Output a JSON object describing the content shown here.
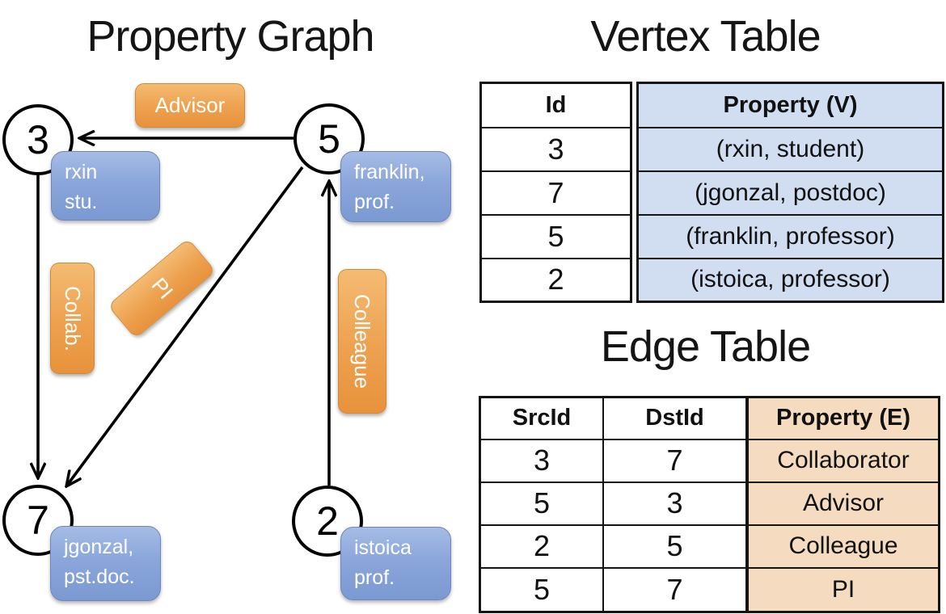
{
  "graph": {
    "title": "Property Graph",
    "vertices": [
      {
        "id": "3",
        "label_line1": "rxin",
        "label_line2": "stu."
      },
      {
        "id": "5",
        "label_line1": "franklin,",
        "label_line2": "prof."
      },
      {
        "id": "7",
        "label_line1": "jgonzal,",
        "label_line2": "pst.doc."
      },
      {
        "id": "2",
        "label_line1": "istoica",
        "label_line2": "prof."
      }
    ],
    "edge_labels": {
      "advisor": "Advisor",
      "collab": "Collab.",
      "pi": "PI",
      "colleague": "Colleague"
    }
  },
  "vertex_table": {
    "title": "Vertex Table",
    "headers": {
      "id": "Id",
      "property": "Property (V)"
    },
    "rows": [
      {
        "id": "3",
        "property": "(rxin, student)"
      },
      {
        "id": "7",
        "property": "(jgonzal, postdoc)"
      },
      {
        "id": "5",
        "property": "(franklin, professor)"
      },
      {
        "id": "2",
        "property": "(istoica, professor)"
      }
    ]
  },
  "edge_table": {
    "title": "Edge Table",
    "headers": {
      "src": "SrcId",
      "dst": "DstId",
      "property": "Property (E)"
    },
    "rows": [
      {
        "src": "3",
        "dst": "7",
        "property": "Collaborator"
      },
      {
        "src": "5",
        "dst": "3",
        "property": "Advisor"
      },
      {
        "src": "2",
        "dst": "5",
        "property": "Colleague"
      },
      {
        "src": "5",
        "dst": "7",
        "property": "PI"
      }
    ]
  },
  "colors": {
    "node_blue": "#7b99d2",
    "label_orange": "#eda14f",
    "vertex_property_bg": "#d1def2",
    "edge_property_bg": "#f5dcc0",
    "line_black": "#000000"
  }
}
